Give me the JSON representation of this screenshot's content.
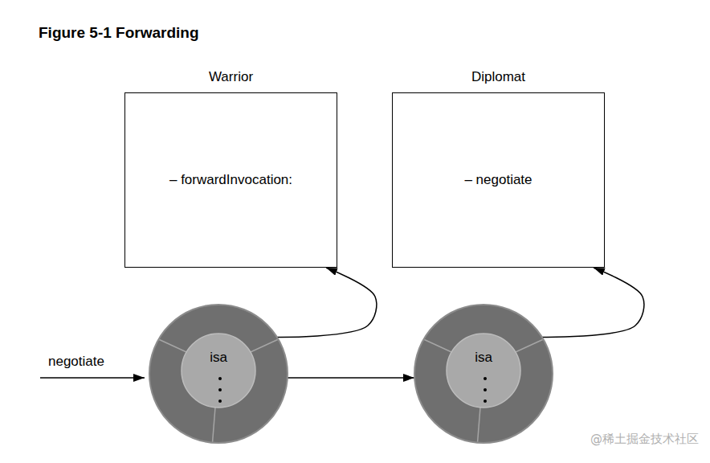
{
  "diagram": {
    "title": "Figure 5-1 Forwarding",
    "nodes": [
      {
        "text": [
          "Warrior",
          "– forwardInvocation:"
        ]
      },
      {
        "text": [
          "Diplomat",
          "– negotiate"
        ]
      },
      {
        "text": [
          "isa"
        ]
      },
      {
        "text": [
          "isa"
        ]
      }
    ],
    "edges": [
      {
        "from": 2,
        "to": 0,
        "arrow": "to"
      },
      {
        "from": 2,
        "to": 3,
        "arrow": "to"
      },
      {
        "from": 3,
        "to": 1,
        "arrow": "to"
      }
    ],
    "labels": [
      "negotiate",
      "@稀土掘金技术社区"
    ]
  }
}
